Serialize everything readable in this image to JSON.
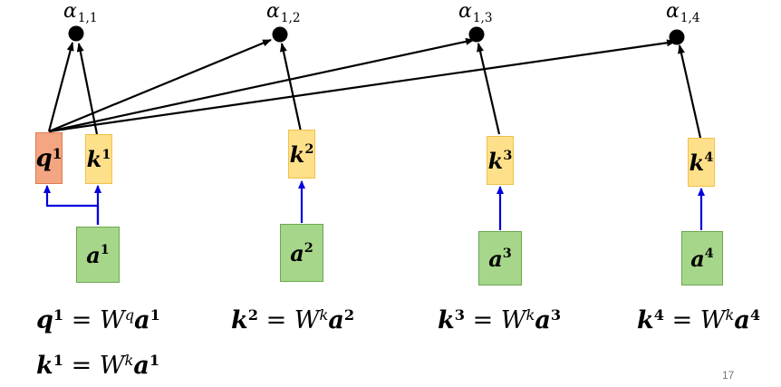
{
  "alphas": [
    {
      "sym": "α",
      "sub": "1,1"
    },
    {
      "sym": "α",
      "sub": "1,2"
    },
    {
      "sym": "α",
      "sub": "1,3"
    },
    {
      "sym": "α",
      "sub": "1,4"
    }
  ],
  "query": {
    "base": "q",
    "sup": "1"
  },
  "keys": [
    {
      "base": "k",
      "sup": "1"
    },
    {
      "base": "k",
      "sup": "2"
    },
    {
      "base": "k",
      "sup": "3"
    },
    {
      "base": "k",
      "sup": "4"
    }
  ],
  "inputs": [
    {
      "base": "a",
      "sup": "1"
    },
    {
      "base": "a",
      "sup": "2"
    },
    {
      "base": "a",
      "sup": "3"
    },
    {
      "base": "a",
      "sup": "4"
    }
  ],
  "equations": [
    {
      "lhs": "q",
      "lhs_sup": "1",
      "op": " = ",
      "w": "W",
      "w_sup": "q",
      "rhs": "a",
      "rhs_sup": "1"
    },
    {
      "lhs": "k",
      "lhs_sup": "2",
      "op": " = ",
      "w": "W",
      "w_sup": "k",
      "rhs": "a",
      "rhs_sup": "2"
    },
    {
      "lhs": "k",
      "lhs_sup": "3",
      "op": " = ",
      "w": "W",
      "w_sup": "k",
      "rhs": "a",
      "rhs_sup": "3"
    },
    {
      "lhs": "k",
      "lhs_sup": "4",
      "op": " = ",
      "w": "W",
      "w_sup": "k",
      "rhs": "a",
      "rhs_sup": "4"
    },
    {
      "lhs": "k",
      "lhs_sup": "1",
      "op": " = ",
      "w": "W",
      "w_sup": "k",
      "rhs": "a",
      "rhs_sup": "1"
    }
  ],
  "page_number": "17",
  "colors": {
    "query_fill": "#f4a582",
    "key_fill": "#ffe08a",
    "input_fill": "#a6d68a",
    "blue_arrow": "#0000dd",
    "black_arrow": "#000000"
  }
}
